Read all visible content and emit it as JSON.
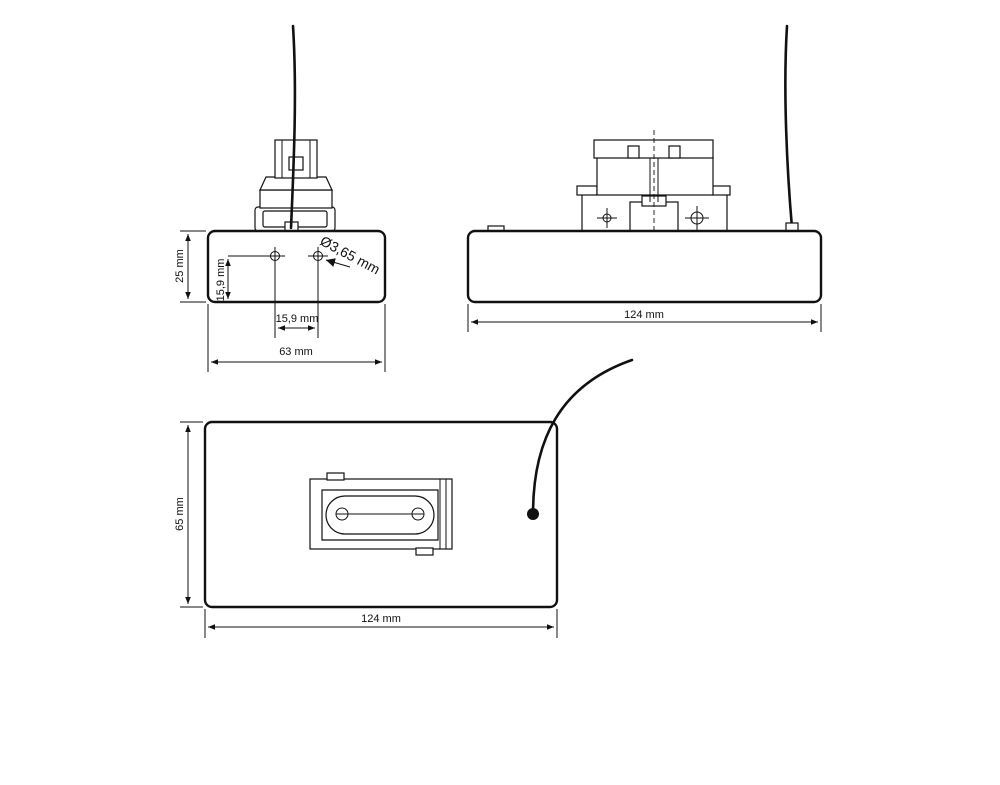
{
  "dimensions": {
    "front_height": "25 mm",
    "front_hole_height": "15,9 mm",
    "front_hole_spacing": "15,9 mm",
    "front_width": "63 mm",
    "hole_diameter": "3,65 mm",
    "side_length": "124 mm",
    "top_height": "65 mm",
    "top_length": "124 mm"
  },
  "symbols": {
    "diameter": "Ø"
  },
  "colors": {
    "line": "#111111",
    "background": "#ffffff"
  }
}
